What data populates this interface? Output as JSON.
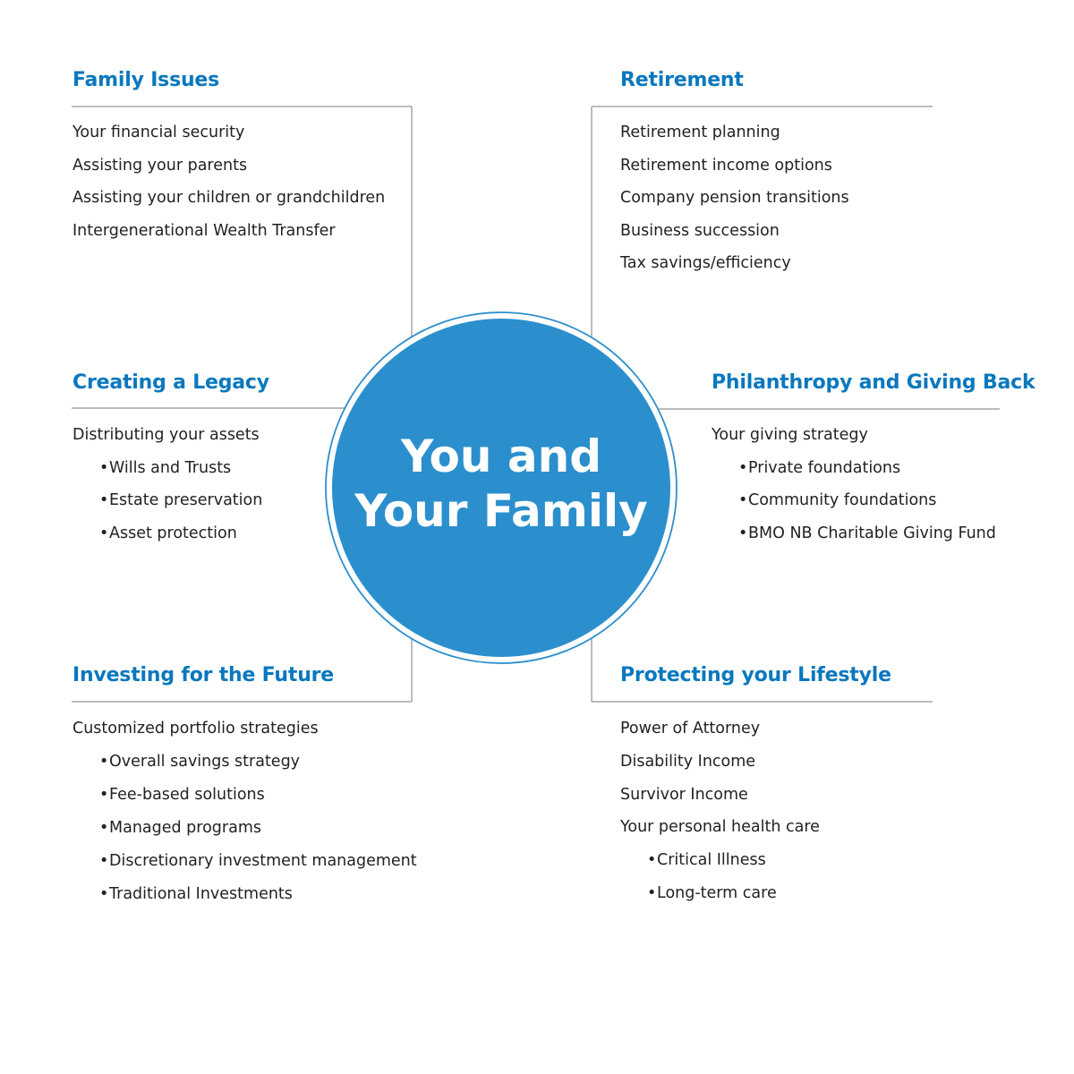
{
  "center": {
    "line1": "You and",
    "line2": "Your Family"
  },
  "colors": {
    "accent": "#0a78be",
    "circle_fill": "#2b8fcd",
    "circle_ring": "#2b8fcd",
    "divider": "#a6a6a6",
    "body_text": "#222222"
  },
  "bullet_glyph": "•",
  "sections": {
    "family_issues": {
      "title": "Family Issues",
      "items": [
        {
          "text": "Your financial security",
          "sub": false
        },
        {
          "text": "Assisting your parents",
          "sub": false
        },
        {
          "text": "Assisting your children or grandchildren",
          "sub": false
        },
        {
          "text": "Intergenerational Wealth Transfer",
          "sub": false
        }
      ]
    },
    "retirement": {
      "title": "Retirement",
      "items": [
        {
          "text": "Retirement planning",
          "sub": false
        },
        {
          "text": "Retirement income options",
          "sub": false
        },
        {
          "text": "Company pension transitions",
          "sub": false
        },
        {
          "text": "Business succession",
          "sub": false
        },
        {
          "text": "Tax savings/efficiency",
          "sub": false
        }
      ]
    },
    "legacy": {
      "title": "Creating a Legacy",
      "items": [
        {
          "text": "Distributing your assets",
          "sub": false
        },
        {
          "text": "Wills and Trusts",
          "sub": true
        },
        {
          "text": "Estate preservation",
          "sub": true
        },
        {
          "text": "Asset protection",
          "sub": true
        }
      ]
    },
    "philanthropy": {
      "title": "Philanthropy and Giving Back",
      "items": [
        {
          "text": "Your giving strategy",
          "sub": false
        },
        {
          "text": "Private foundations",
          "sub": true
        },
        {
          "text": "Community foundations",
          "sub": true
        },
        {
          "text": "BMO NB Charitable Giving Fund",
          "sub": true
        }
      ]
    },
    "investing": {
      "title": "Investing for the Future",
      "items": [
        {
          "text": "Customized portfolio strategies",
          "sub": false
        },
        {
          "text": "Overall savings strategy",
          "sub": true
        },
        {
          "text": "Fee-based solutions",
          "sub": true
        },
        {
          "text": "Managed programs",
          "sub": true
        },
        {
          "text": "Discretionary investment management",
          "sub": true
        },
        {
          "text": "Traditional Investments",
          "sub": true
        }
      ]
    },
    "lifestyle": {
      "title": "Protecting your Lifestyle",
      "items": [
        {
          "text": "Power of Attorney",
          "sub": false
        },
        {
          "text": "Disability Income",
          "sub": false
        },
        {
          "text": "Survivor Income",
          "sub": false
        },
        {
          "text": "Your personal health care",
          "sub": false
        },
        {
          "text": "Critical Illness",
          "sub": true
        },
        {
          "text": "Long-term care",
          "sub": true
        }
      ]
    }
  }
}
